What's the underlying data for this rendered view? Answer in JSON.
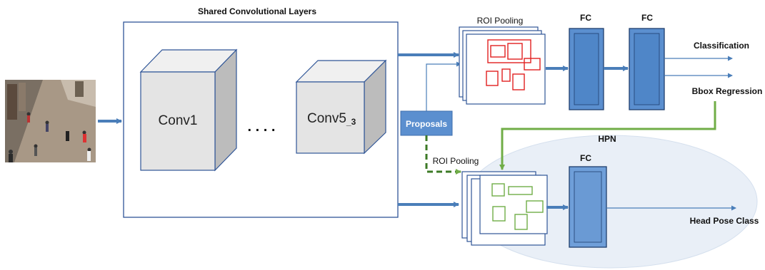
{
  "title": "Shared Convolutional Layers",
  "conv_blocks": [
    {
      "label": "Conv1"
    },
    {
      "label": "Conv5",
      "subscript": "_3"
    }
  ],
  "ellipsis": ". . . .",
  "proposals_label": "Proposals",
  "roi_pooling_top": "ROI Pooling",
  "roi_pooling_bottom": "ROI Pooling",
  "fc_labels": [
    "FC",
    "FC",
    "FC"
  ],
  "outputs": {
    "classification": "Classification",
    "bbox_regression": "Bbox Regression",
    "head_pose_class": "Head Pose Class"
  },
  "hpn_label": "HPN",
  "colors": {
    "arrow_blue": "#4a7eb9",
    "fc_fill": "#5b8fcf",
    "fc_fill_light": "#6f9fd9",
    "proposals_fill": "#5b8fcf",
    "roi_red": "#e02020",
    "roi_green": "#70ad47",
    "hpn_ellipse": "#e9eff7",
    "cube_front": "#e4e4e4",
    "cube_side": "#bcbcbc"
  }
}
